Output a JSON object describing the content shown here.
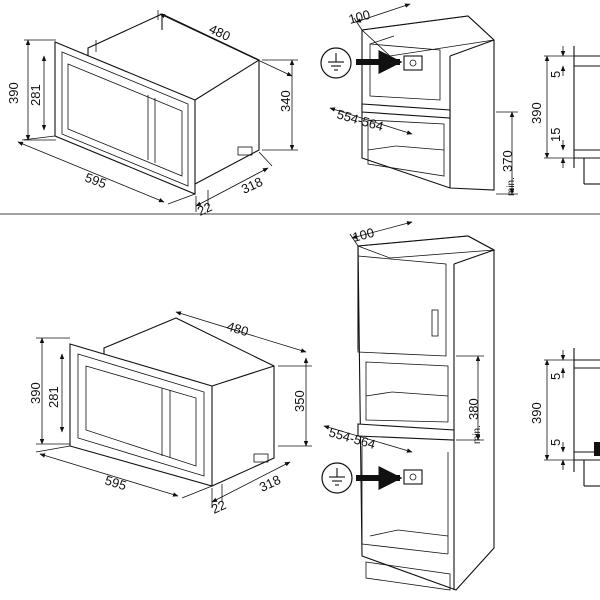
{
  "top": {
    "oven": {
      "width": "480",
      "height_outer": "390",
      "height_inner": "281",
      "depth_body": "340",
      "front_width": "595",
      "frame_depth": "22",
      "depth": "318"
    },
    "cabinet": {
      "top_depth": "100",
      "niche_width": "554-564",
      "min_prefix": "min.",
      "niche_height": "370"
    },
    "side": {
      "total": "390",
      "top_gap": "5",
      "bottom_gap": "15"
    }
  },
  "bottom": {
    "oven": {
      "width": "480",
      "height_outer": "390",
      "height_inner": "281",
      "depth_body": "350",
      "front_width": "595",
      "frame_depth": "22",
      "depth": "318"
    },
    "cabinet": {
      "top_depth": "100",
      "niche_width": "554-564",
      "min_prefix": "min.",
      "niche_height": "380"
    },
    "side": {
      "total": "390",
      "top_gap": "5",
      "bottom_gap": "5"
    }
  },
  "icons": {
    "ground": "ground-symbol-icon",
    "socket": "power-socket-icon",
    "arrow": "arrow-icon"
  }
}
